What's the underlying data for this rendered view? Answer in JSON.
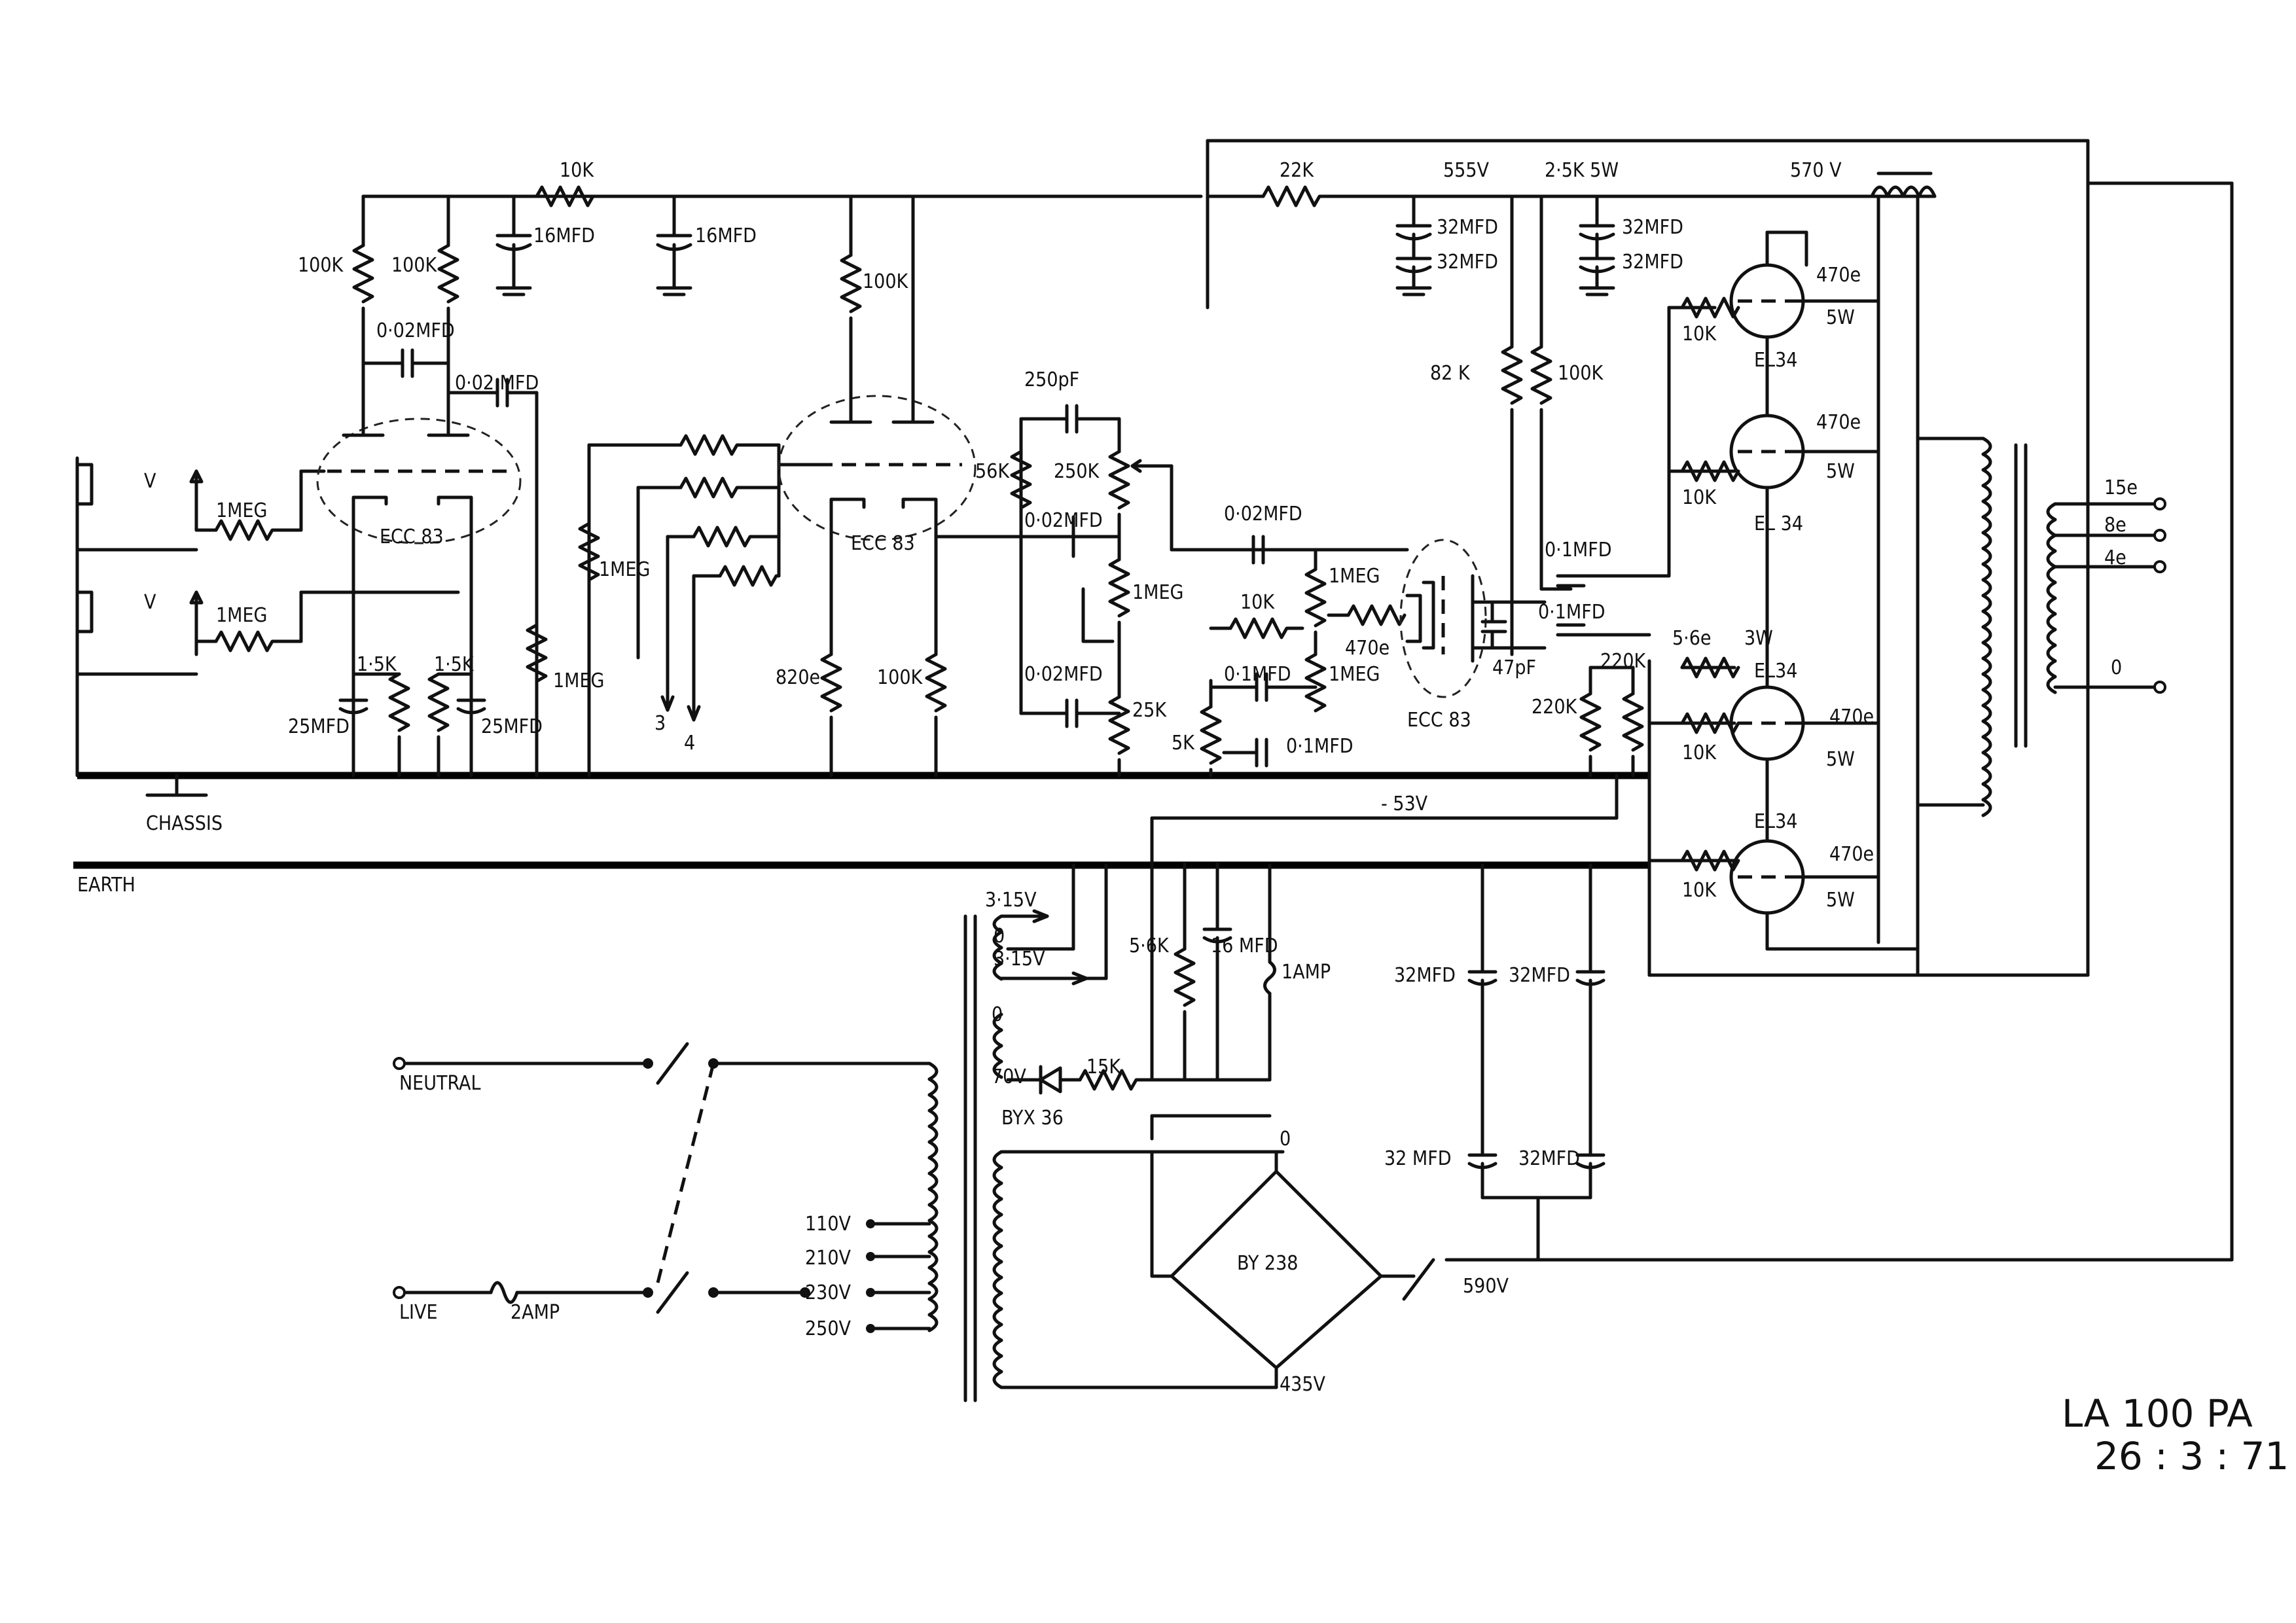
{
  "title_block": {
    "model": "LA 100 PA",
    "date": "26 : 3 : 71"
  },
  "rails": {
    "chassis": "CHASSIS",
    "earth": "EARTH",
    "bias": "- 53V"
  },
  "mains": {
    "neutral": "NEUTRAL",
    "live": "LIVE",
    "fuse": "2AMP",
    "taps": [
      "110V",
      "210V",
      "230V",
      "250V"
    ]
  },
  "psu": {
    "heater_a": "3·15V",
    "heater_zero": "0",
    "heater_b": "3·15V",
    "bias_zero": "0",
    "bias_tap": "70V",
    "bias_diode": "BYX 36",
    "bias_res": "15K",
    "bias_bleed": "5·6K",
    "bias_cap": "16 MFD",
    "bias_fuse": "1AMP",
    "hv_zero": "0",
    "hv_tap": "435V",
    "bridge": "BY 238",
    "hv_out": "590V",
    "filter_caps": [
      "32MFD",
      "32MFD",
      "32 MFD",
      "32MFD"
    ]
  },
  "supply_rail": {
    "v555": "555V",
    "v570": "570 V",
    "r22k": "22K",
    "r2k5": "2·5K 5W",
    "c1": "32MFD",
    "c2": "32MFD",
    "c3": "32MFD",
    "c4": "32MFD",
    "r82k": "82 K",
    "r100k": "100K",
    "r10k": "10K",
    "c16a": "16MFD",
    "c16b": "16MFD"
  },
  "preamp": {
    "tube1": "ECC 83",
    "ra1": "100K",
    "ra2": "100K",
    "c02a": "0·02MFD",
    "c02b": "0·02 MFD",
    "vol1": "1MEG",
    "vol2": "1MEG",
    "rk1": "1·5K",
    "rk2": "1·5K",
    "ck1": "25MFD",
    "ck2": "25MFD",
    "mix1": "1MEG",
    "mix2": "1MEG",
    "in3": "3",
    "in4": "4",
    "tube2": "ECC 83",
    "ra3": "100K",
    "rk3": "820e",
    "rl3": "100K"
  },
  "tone": {
    "c250p": "250pF",
    "r56k": "56K",
    "treble": "250K",
    "c02c": "0·02MFD",
    "bass": "1MEG",
    "c02d": "0·02MFD",
    "mid": "25K",
    "r5k": "5K",
    "c01a": "0·1MFD"
  },
  "phase_inverter": {
    "tube3": "ECC 83",
    "cin": "0·02MFD",
    "rg": "1MEG",
    "r10k": "10K",
    "r470": "470e",
    "c01b": "0·1MFD",
    "rg2": "1MEG",
    "c47p": "47pF",
    "c01c": "0·1MFD",
    "c01d": "0·1MFD",
    "rg3": "220K",
    "rg4": "220K",
    "r100k": "100K"
  },
  "output": {
    "tubes": [
      "EL34",
      "EL 34",
      "EL34",
      "EL34"
    ],
    "grid_stoppers": [
      "10K",
      "10K",
      "10K",
      "10K"
    ],
    "screen_res": [
      "470e",
      "470e",
      "470e",
      "470e"
    ],
    "screen_watt": [
      "5W",
      "5W",
      "5W",
      "5W"
    ],
    "r56": "5·6e",
    "r56w": "3W",
    "taps": [
      "15e",
      "8e",
      "4e",
      "0"
    ]
  }
}
